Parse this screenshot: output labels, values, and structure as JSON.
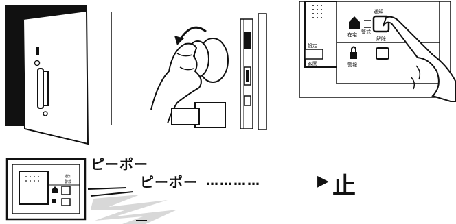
{
  "panel3": {
    "label_tsuchi": "通知",
    "label_keikai": "警戒",
    "label_kaijo": "解除",
    "label_home": "在宅",
    "label_keiho": "警報",
    "label_doorphone": "玄関",
    "label_settei": "設定"
  },
  "bottom": {
    "sound_1": "ピーポー",
    "sound_2": "ピーポー",
    "dots": "…………",
    "arrow": "▶",
    "stop": "止"
  },
  "mini_panel": {
    "label_a": "通知",
    "label_b": "警戒"
  }
}
